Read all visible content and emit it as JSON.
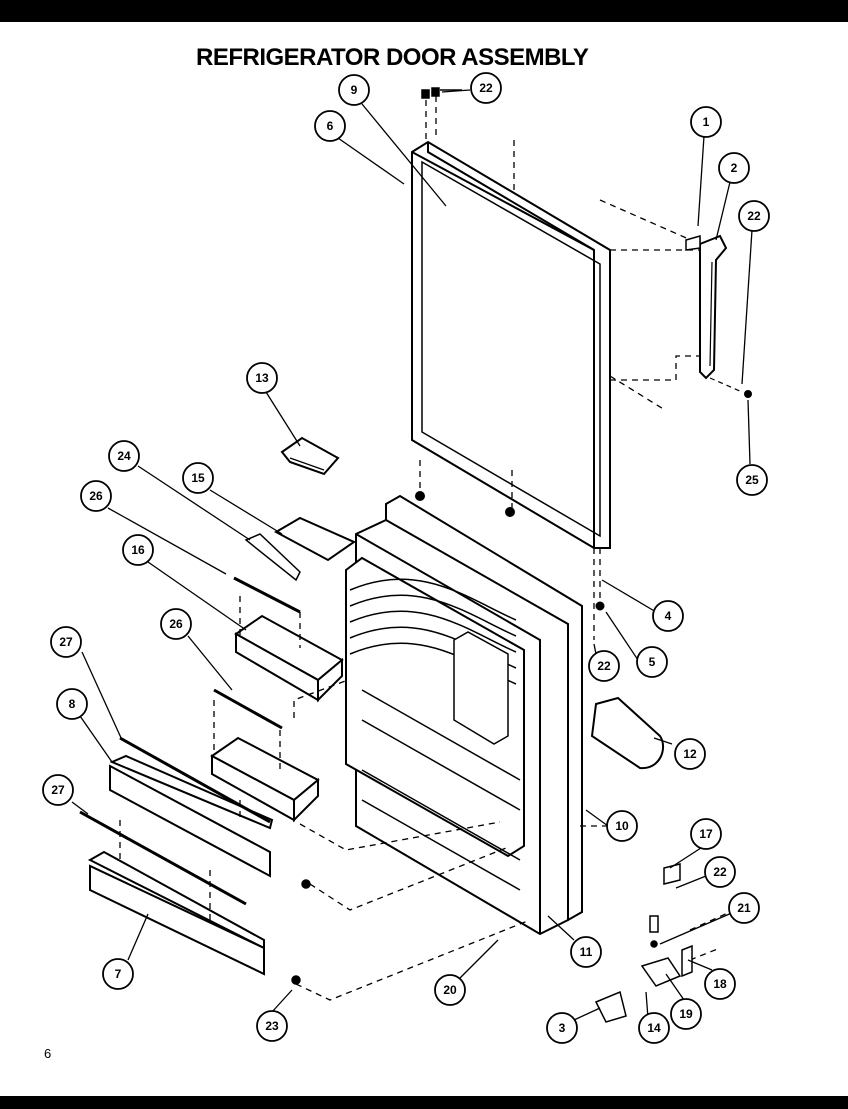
{
  "title": "REFRIGERATOR DOOR ASSEMBLY",
  "page_number": "6",
  "callouts": [
    "1",
    "2",
    "3",
    "4",
    "5",
    "6",
    "7",
    "8",
    "9",
    "10",
    "11",
    "12",
    "13",
    "14",
    "15",
    "16",
    "17",
    "18",
    "19",
    "20",
    "21",
    "22",
    "22",
    "22",
    "22",
    "23",
    "24",
    "25",
    "26",
    "26",
    "27",
    "27"
  ]
}
